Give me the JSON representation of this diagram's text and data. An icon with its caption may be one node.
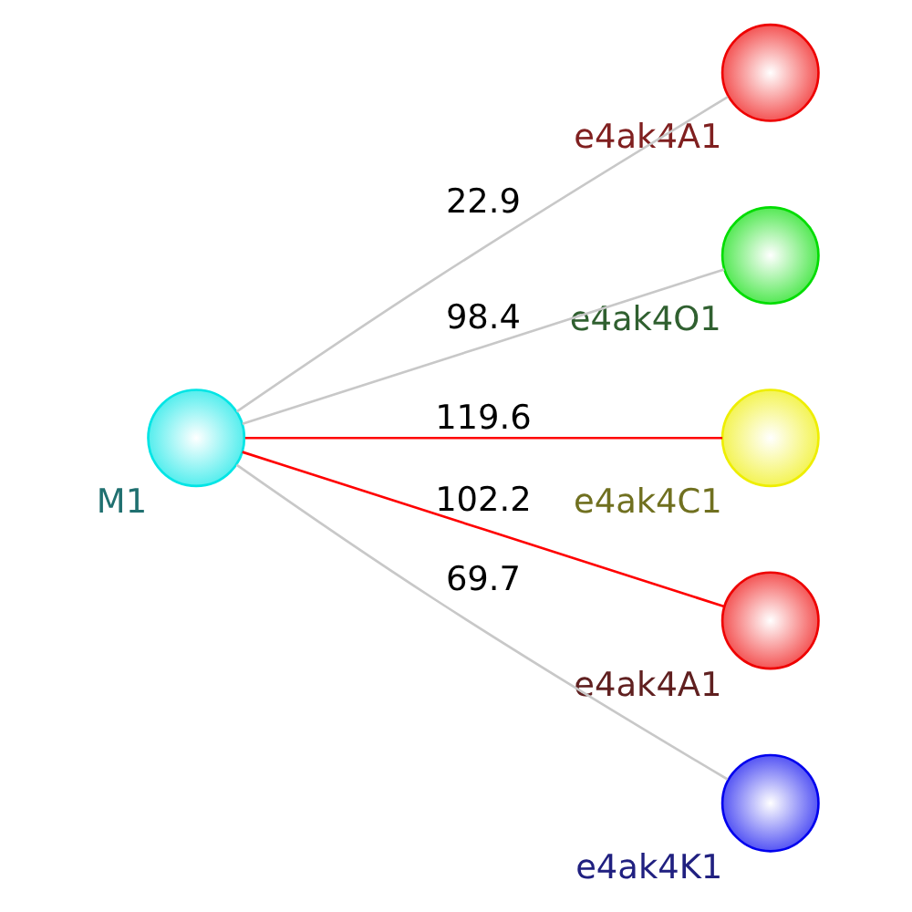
{
  "diagram": {
    "nodes": [
      {
        "text": [],
        "shape": "circle",
        "beside": [
          "M1"
        ]
      },
      {
        "text": [],
        "shape": "circle",
        "beside": [
          "e4ak4A1"
        ]
      },
      {
        "text": [],
        "shape": "circle",
        "beside": [
          "e4ak4O1"
        ]
      },
      {
        "text": [],
        "shape": "circle",
        "beside": [
          "e4ak4C1"
        ]
      },
      {
        "text": [],
        "shape": "circle",
        "beside": [
          "e4ak4A1"
        ]
      },
      {
        "text": [],
        "shape": "circle",
        "beside": [
          "e4ak4K1"
        ]
      }
    ],
    "edges": [
      {
        "from": 0,
        "to": 1,
        "arrow": "none",
        "label": "22.9"
      },
      {
        "from": 0,
        "to": 2,
        "arrow": "none",
        "label": "98.4"
      },
      {
        "from": 0,
        "to": 3,
        "arrow": "none",
        "label": "119.6",
        "color": "#ff0000"
      },
      {
        "from": 0,
        "to": 4,
        "arrow": "none",
        "label": "102.2",
        "color": "#ff0000"
      },
      {
        "from": 0,
        "to": 5,
        "arrow": "none",
        "label": "69.7"
      }
    ]
  }
}
